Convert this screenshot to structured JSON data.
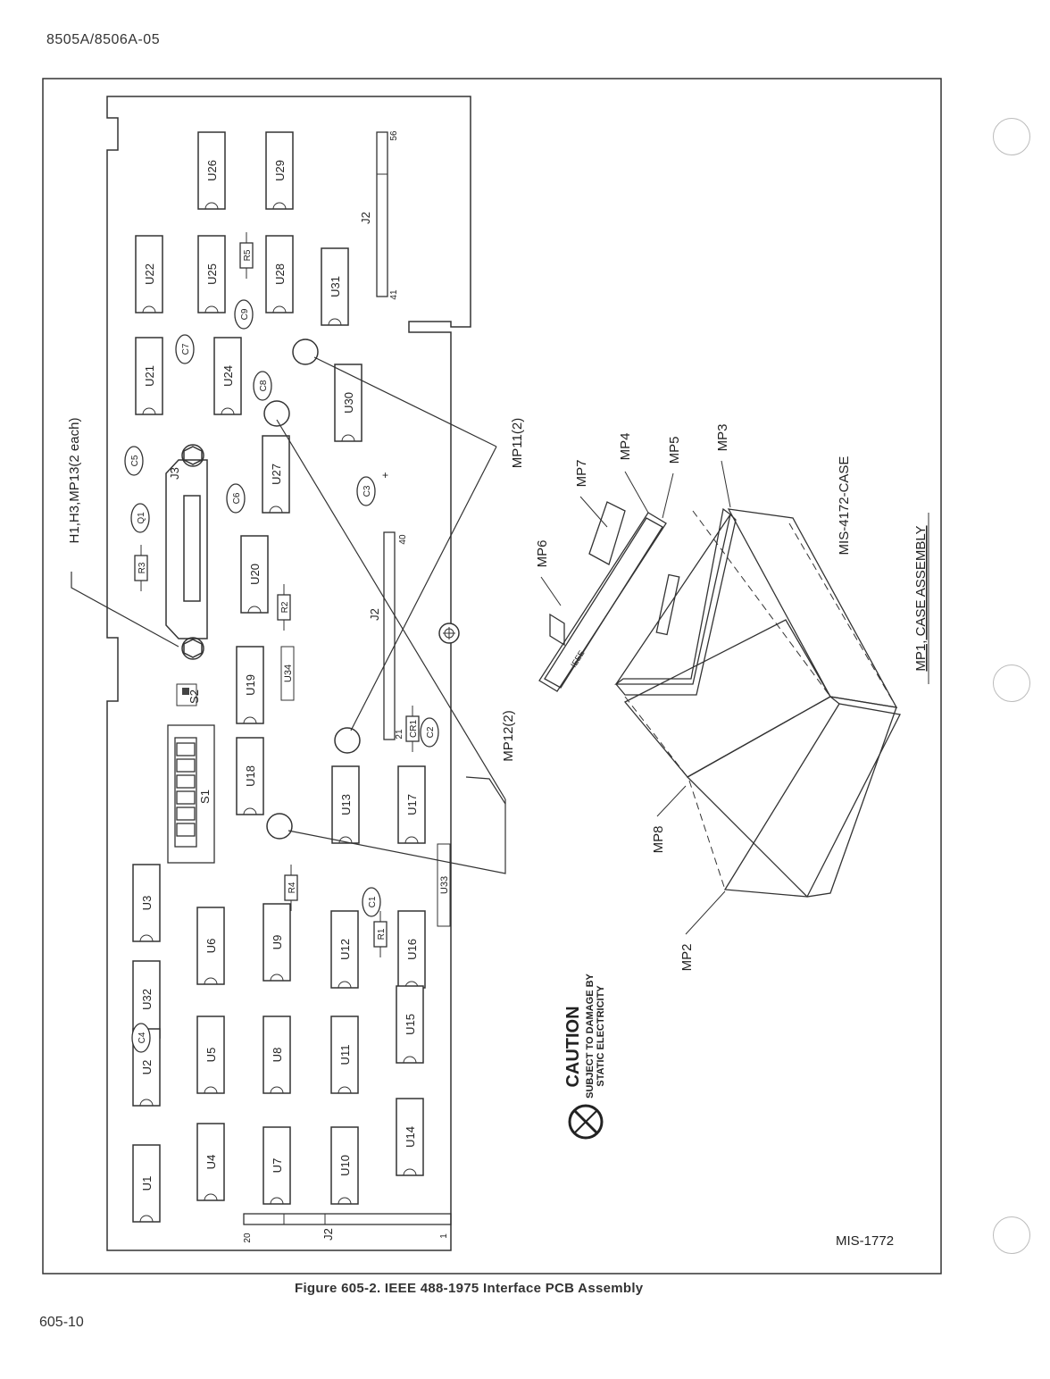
{
  "header": {
    "doc_number": "8505A/8506A-05"
  },
  "footer": {
    "page_number": "605-10"
  },
  "figure": {
    "caption": "Figure 605-2. IEEE 488-1975 Interface PCB Assembly",
    "drawing_number": "MIS-1772"
  },
  "callouts": {
    "h1_h3_mp13": "H1,H3,MP13(2 each)",
    "mp11": "MP11(2)",
    "mp12": "MP12(2)",
    "mp1_case": "MP1, CASE ASSEMBLY",
    "mis_case": "MIS-4172-CASE",
    "mp2": "MP2",
    "mp3": "MP3",
    "mp4": "MP4",
    "mp5": "MP5",
    "mp6": "MP6",
    "mp7": "MP7",
    "mp8": "MP8"
  },
  "caution": {
    "title": "CAUTION",
    "line1": "SUBJECT TO DAMAGE BY",
    "line2": "STATIC ELECTRICITY"
  },
  "chips": {
    "u1": "U1",
    "u2": "U2",
    "u3": "U3",
    "u4": "U4",
    "u5": "U5",
    "u6": "U6",
    "u7": "U7",
    "u8": "U8",
    "u9": "U9",
    "u10": "U10",
    "u11": "U11",
    "u12": "U12",
    "u13": "U13",
    "u14": "U14",
    "u15": "U15",
    "u16": "U16",
    "u17": "U17",
    "u18": "U18",
    "u19": "U19",
    "u20": "U20",
    "u21": "U21",
    "u22": "U22",
    "u24": "U24",
    "u25": "U25",
    "u26": "U26",
    "u27": "U27",
    "u28": "U28",
    "u29": "U29",
    "u30": "U30",
    "u31": "U31",
    "u32": "U32",
    "u33": "U33",
    "u34": "U34"
  },
  "parts": {
    "c1": "C1",
    "c2": "C2",
    "c3": "C3",
    "c4": "C4",
    "c5": "C5",
    "c6": "C6",
    "c7": "C7",
    "c8": "C8",
    "c9": "C9",
    "r1": "R1",
    "r2": "R2",
    "r3": "R3",
    "r4": "R4",
    "r5": "R5",
    "cr1": "CR1",
    "q1": "Q1",
    "s1": "S1",
    "s2": "S2",
    "j3": "J3",
    "j2": "J2",
    "pin1": "1",
    "pin20": "20",
    "pin21": "21",
    "pin40": "40",
    "pin41": "41",
    "pin56": "56",
    "plus": "+",
    "ieee": "IEEE"
  }
}
